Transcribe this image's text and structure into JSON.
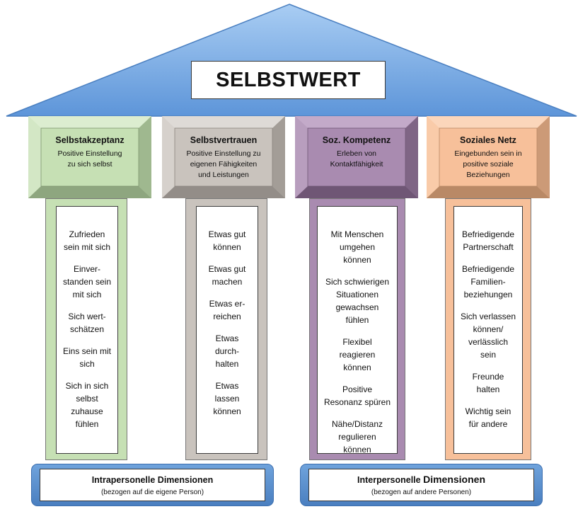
{
  "roof": {
    "title": "SELBSTWERT",
    "color_top": "#9ec5f0",
    "color_bottom": "#5b93d8"
  },
  "pillars": [
    {
      "title": "Selbstakzeptanz",
      "subtitle": [
        "Positive Einstellung",
        "zu sich selbst"
      ],
      "items": [
        "Zufrieden sein mit sich",
        "Einver-standen sein mit sich",
        "Sich wert-schätzen",
        "Eins sein mit sich",
        "Sich in sich selbst zuhause fühlen"
      ],
      "color": "#c6e0b4"
    },
    {
      "title": "Selbstvertrauen",
      "subtitle": [
        "Positive Einstellung zu",
        "eigenen Fähigkeiten",
        "und Leistungen"
      ],
      "items": [
        "Etwas gut können",
        "Etwas gut machen",
        "Etwas er-reichen",
        "Etwas durch-halten",
        "Etwas lassen können"
      ],
      "color": "#c9c3bd"
    },
    {
      "title": "Soz. Kompetenz",
      "subtitle": [
        "Erleben von",
        "Kontaktfähigkeit"
      ],
      "items": [
        "Mit Menschen umgehen können",
        "Sich schwierigen Situationen gewachsen fühlen",
        "Flexibel reagieren können",
        "Positive Resonanz spüren",
        "Nähe/Distanz regulieren können"
      ],
      "color": "#a98bb0"
    },
    {
      "title": "Soziales Netz",
      "subtitle": [
        "Eingebunden sein in",
        "positive soziale",
        "Beziehungen"
      ],
      "items": [
        "Befriedigende Partnerschaft",
        "Befriedigende Familien-beziehungen",
        "Sich verlassen können/ verlässlich sein",
        "Freunde halten",
        "Wichtig sein für andere"
      ],
      "color": "#f7c09a"
    }
  ],
  "item_lines": [
    [
      [
        "Zufrieden",
        "sein mit sich"
      ],
      [
        "Einver-",
        "standen sein",
        "mit sich"
      ],
      [
        "Sich wert-",
        "schätzen"
      ],
      [
        "Eins sein mit",
        "sich"
      ],
      [
        "Sich in sich",
        "selbst",
        "zuhause",
        "fühlen"
      ]
    ],
    [
      [
        "Etwas gut",
        "können"
      ],
      [
        "Etwas gut",
        "machen"
      ],
      [
        "Etwas er-",
        "reichen"
      ],
      [
        "Etwas",
        "durch-",
        "halten"
      ],
      [
        "Etwas",
        "lassen",
        "können"
      ]
    ],
    [
      [
        "Mit Menschen",
        "umgehen",
        "können"
      ],
      [
        "Sich schwierigen",
        "Situationen",
        "gewachsen",
        "fühlen"
      ],
      [
        "Flexibel",
        "reagieren",
        "können"
      ],
      [
        "Positive",
        "Resonanz spüren"
      ],
      [
        "Nähe/Distanz",
        "regulieren",
        "können"
      ]
    ],
    [
      [
        "Befriedigende",
        "Partnerschaft"
      ],
      [
        "Befriedigende",
        "Familien-",
        "beziehungen"
      ],
      [
        "Sich verlassen",
        "können/",
        "verlässlich",
        "sein"
      ],
      [
        "Freunde",
        "halten"
      ],
      [
        "Wichtig sein",
        "für andere"
      ]
    ]
  ],
  "bases": [
    {
      "title_a": "Intrapersonelle Dimensionen",
      "title_b": "",
      "subtitle": "(bezogen auf die eigene Person)"
    },
    {
      "title_a": "Interpersonelle ",
      "title_b": "Dimensionen",
      "subtitle": "(bezogen auf andere Personen)"
    }
  ]
}
